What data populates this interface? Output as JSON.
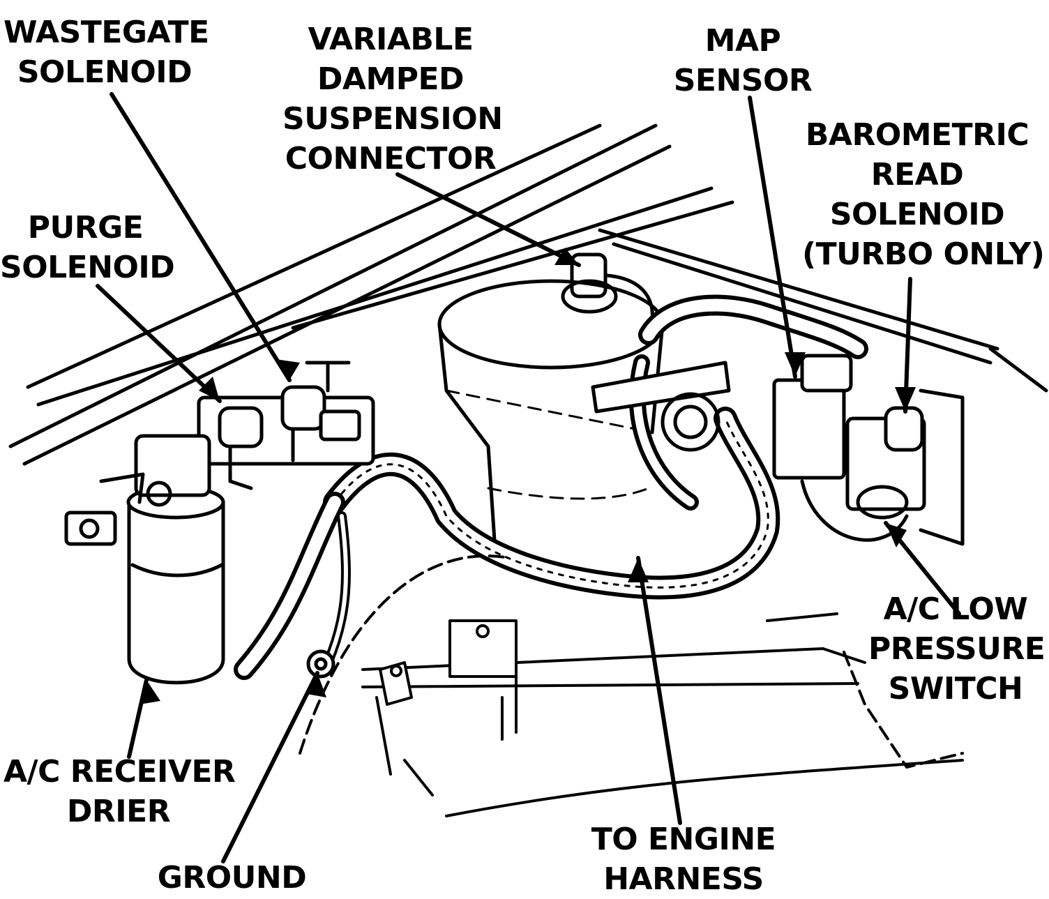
{
  "labels": {
    "wastegate_solenoid": [
      "WASTEGATE",
      "SOLENOID"
    ],
    "variable_damped_suspension_connector": [
      "VARIABLE",
      "DAMPED",
      "SUSPENSION",
      "CONNECTOR"
    ],
    "map_sensor": [
      "MAP",
      "SENSOR"
    ],
    "barometric_read_solenoid": [
      "BAROMETRIC",
      "READ",
      "SOLENOID",
      "(TURBO ONLY)"
    ],
    "purge_solenoid": [
      "PURGE",
      "SOLENOID"
    ],
    "ac_low_pressure_switch": [
      "A/C LOW",
      "PRESSURE",
      "SWITCH"
    ],
    "ac_receiver_drier": [
      "A/C RECEIVER",
      "DRIER"
    ],
    "ground": [
      "GROUND"
    ],
    "to_engine_harness": [
      "TO ENGINE",
      "HARNESS"
    ]
  },
  "colors": {
    "ink": "#000000",
    "paper": "#ffffff"
  }
}
